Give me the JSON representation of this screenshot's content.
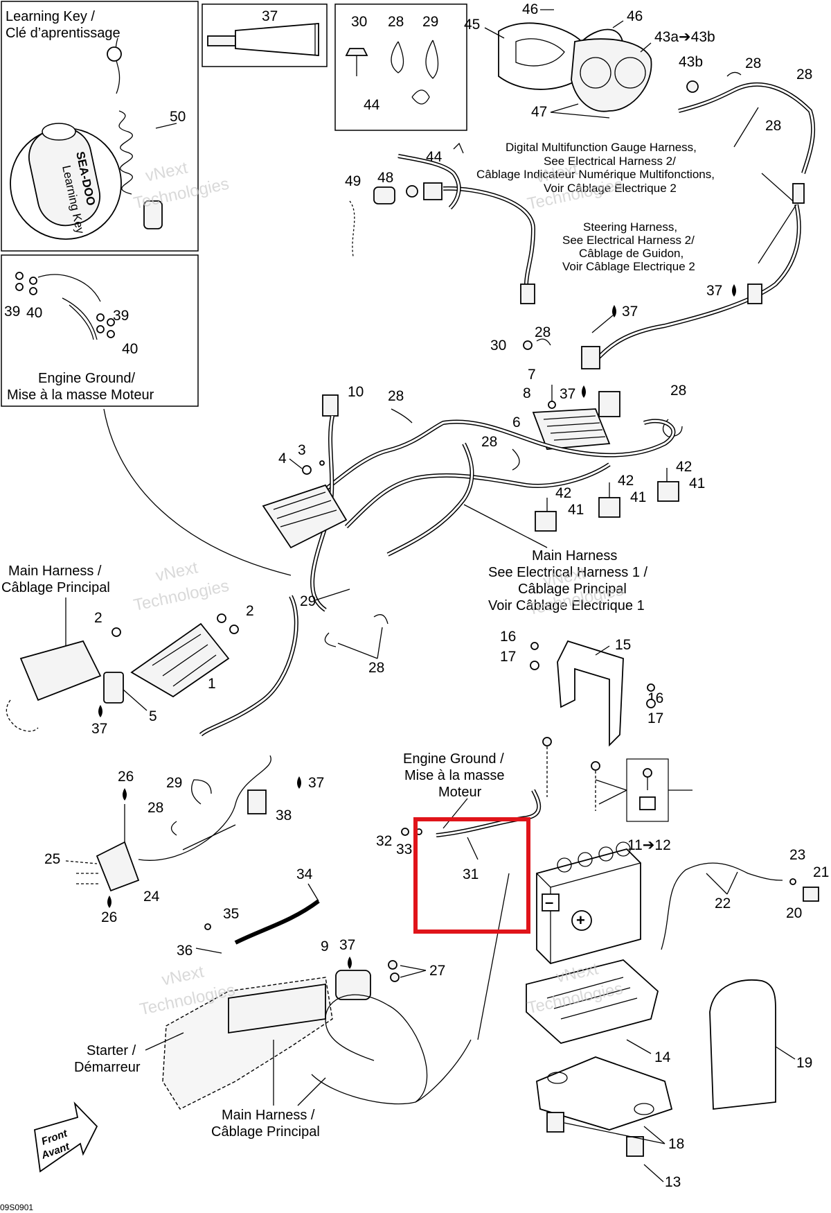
{
  "diagram_code": "09S0901",
  "boxes": {
    "learning_key_title": [
      "Learning Key /",
      "Clé d’aprentissage"
    ],
    "learning_key_brand": "SEA-DOO",
    "learning_key_text": "Learning Key",
    "engine_ground_top": [
      "Engine Ground/",
      "Mise à la masse Moteur"
    ]
  },
  "labels": {
    "digital_gauge": [
      "Digital Multifunction Gauge Harness,",
      "See Electrical Harness 2/",
      "Câblage Indicateur Numérique Multifonctions,",
      "Voir Câblage Electrique 2"
    ],
    "steering_harness": [
      "Steering Harness,",
      "See Electrical Harness 2/",
      "Câblage de Guidon,",
      "Voir Câblage Electrique 2"
    ],
    "main_harness_right": [
      "Main Harness",
      "See Electrical Harness 1 /",
      "Câblage Principal",
      "Voir Câblage Electrique 1"
    ],
    "main_harness_left": [
      "Main Harness /",
      "Câblage Principal"
    ],
    "engine_ground_mid": [
      "Engine Ground /",
      "Mise à la masse",
      "Moteur"
    ],
    "starter": [
      "Starter /",
      "Démarreur"
    ],
    "main_harness_bottom": [
      "Main Harness /",
      "Câblage Principal"
    ],
    "front": [
      "Front",
      "Avant"
    ]
  },
  "watermark": [
    "vNext",
    "Technologies"
  ],
  "callouts": {
    "n50": "50",
    "n37a": "37",
    "n30": "30",
    "n28a": "28",
    "n29a": "29",
    "n44a": "44",
    "n45": "45",
    "n46a": "46",
    "n46b": "46",
    "n43ab": "43a➔43b",
    "n43b": "43b",
    "n28b": "28",
    "n28c": "28",
    "n28d": "28",
    "n47": "47",
    "n44b": "44",
    "n49": "49",
    "n48": "48",
    "n37b": "37",
    "n37c": "37",
    "n39a": "39",
    "n40a": "40",
    "n39b": "39",
    "n40b": "40",
    "n30b": "30",
    "n28e": "28",
    "n7": "7",
    "n8": "8",
    "n37d": "37",
    "n6": "6",
    "n28f": "28",
    "n10": "10",
    "n28g": "28",
    "n28h": "28",
    "n4": "4",
    "n3": "3",
    "n42a": "42",
    "n41a": "41",
    "n42b": "42",
    "n41b": "41",
    "n42c": "42",
    "n41c": "41",
    "n2a": "2",
    "n2b": "2",
    "n29b": "29",
    "n1": "1",
    "n28i": "28",
    "n5": "5",
    "n37e": "37",
    "n16a": "16",
    "n17a": "17",
    "n15": "15",
    "n16b": "16",
    "n17b": "17",
    "n26a": "26",
    "n29c": "29",
    "n28j": "28",
    "n37f": "37",
    "n38": "38",
    "n25": "25",
    "n24": "24",
    "n26b": "26",
    "n12": "12",
    "n32": "32",
    "n33": "33",
    "n31": "31",
    "n11": "11➔12",
    "n23": "23",
    "n21": "21",
    "n22": "22",
    "n20": "20",
    "n34": "34",
    "n35": "35",
    "n36": "36",
    "n9": "9",
    "n37g": "37",
    "n27": "27",
    "n14": "14",
    "n19": "19",
    "n18": "18",
    "n13": "13"
  },
  "highlight": {
    "target": "31",
    "color": "#e0141a"
  }
}
